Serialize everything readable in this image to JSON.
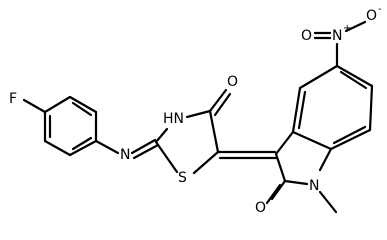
{
  "molecule": {
    "atoms": {
      "fluorine": "F",
      "imine_nitrogen": "N",
      "amide_nh": "HN",
      "carbonyl_oxygen_thiazolidinone": "O",
      "sulfur": "S",
      "nitro_oxygen_left": "O",
      "nitro_oxygen_right": "O",
      "nitro_nitrogen": "N",
      "nitro_nitrogen_charge": "+",
      "nitro_oxygen_charge": "-",
      "indolinone_nitrogen": "N",
      "indolinone_oxygen": "O"
    }
  }
}
